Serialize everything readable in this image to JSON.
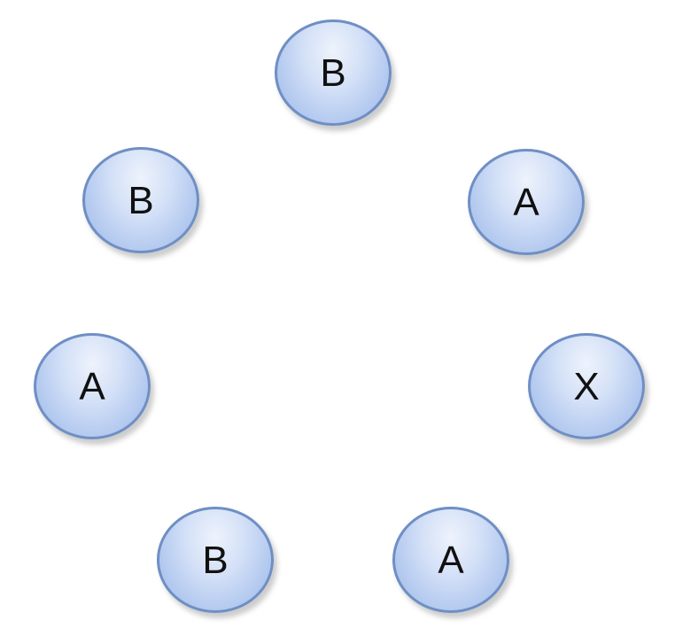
{
  "diagram": {
    "nodes": [
      {
        "id": "top",
        "label": "B"
      },
      {
        "id": "upper-left",
        "label": "B"
      },
      {
        "id": "upper-right",
        "label": "A"
      },
      {
        "id": "middle-left",
        "label": "A"
      },
      {
        "id": "middle-right",
        "label": "X"
      },
      {
        "id": "lower-left",
        "label": "B"
      },
      {
        "id": "lower-right",
        "label": "A"
      }
    ],
    "colors": {
      "node_fill": "#c3d4f3",
      "node_border": "#6f8fc4",
      "label_text": "#111111",
      "background": "#ffffff"
    }
  }
}
